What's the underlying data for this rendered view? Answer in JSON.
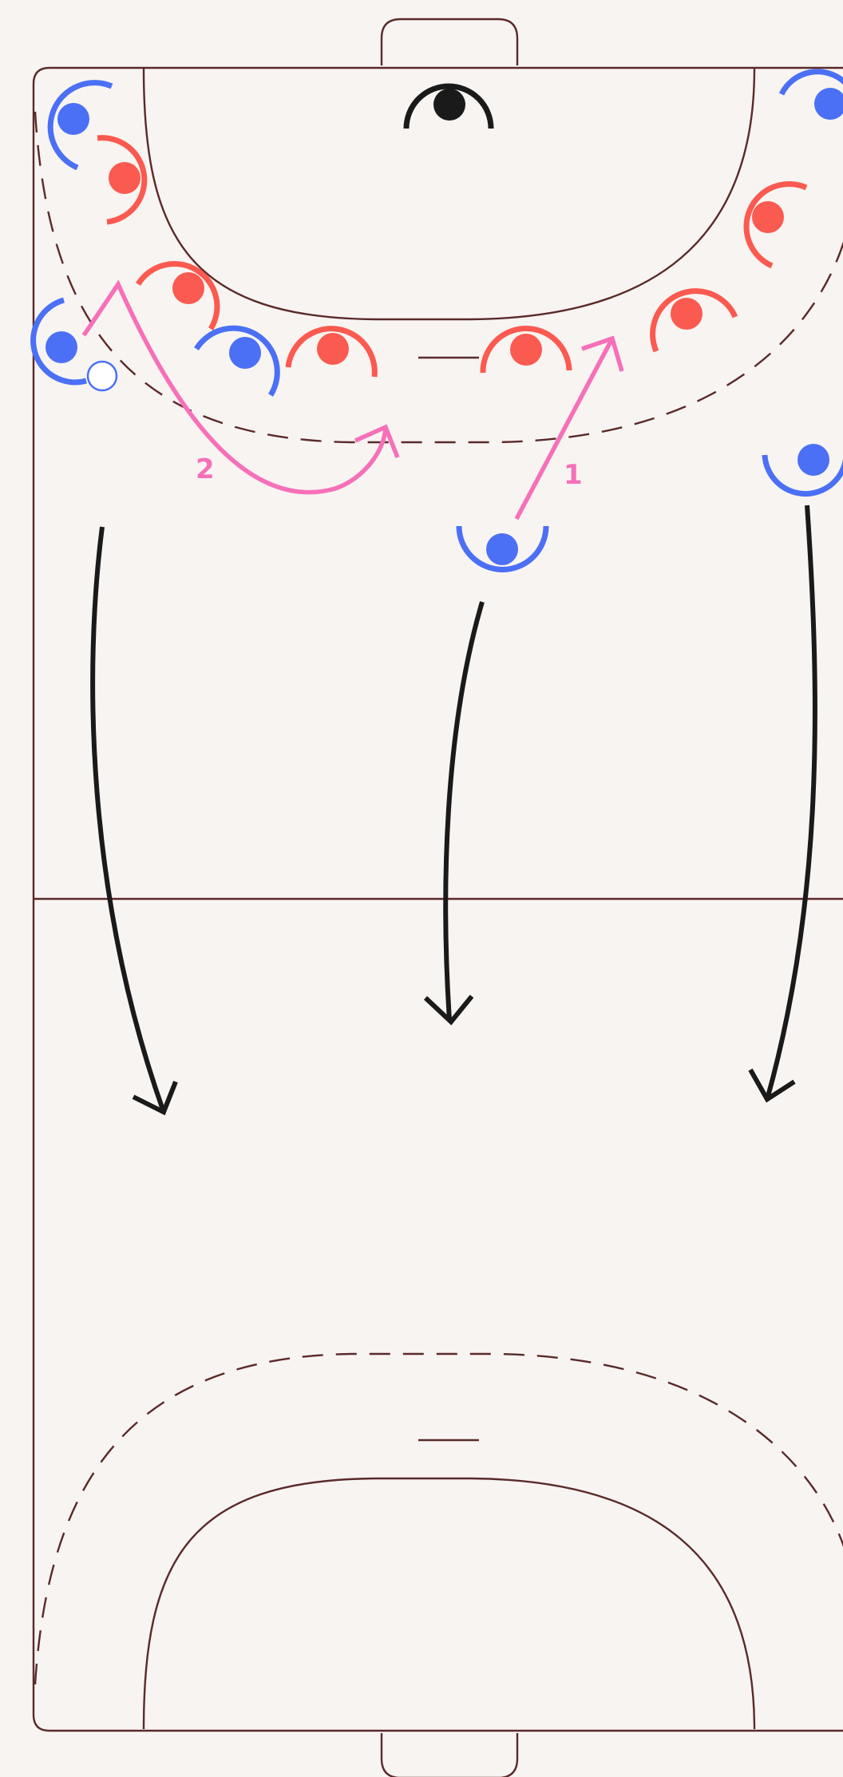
{
  "colors": {
    "background": "#f8f4f1",
    "court_line": "#5a2a2a",
    "team_blue": "#4b70f5",
    "team_red": "#fa5a50",
    "goalkeeper": "#1a1a1a",
    "pass_arrow": "#f670b8",
    "run_arrow": "#1a1a1a",
    "ball_fill": "#ffffff"
  },
  "players": [
    {
      "id": "blue-left-wing",
      "team": "blue",
      "role": "attacker"
    },
    {
      "id": "blue-left-back",
      "team": "blue",
      "role": "attacker"
    },
    {
      "id": "blue-center-pivot",
      "team": "blue",
      "role": "attacker"
    },
    {
      "id": "blue-center-back",
      "team": "blue",
      "role": "attacker"
    },
    {
      "id": "blue-right-back",
      "team": "blue",
      "role": "attacker"
    },
    {
      "id": "blue-right-wing",
      "team": "blue",
      "role": "attacker"
    },
    {
      "id": "red-1",
      "team": "red",
      "role": "defender"
    },
    {
      "id": "red-2",
      "team": "red",
      "role": "defender"
    },
    {
      "id": "red-3",
      "team": "red",
      "role": "defender"
    },
    {
      "id": "red-4",
      "team": "red",
      "role": "defender"
    },
    {
      "id": "red-5",
      "team": "red",
      "role": "defender"
    },
    {
      "id": "red-6",
      "team": "red",
      "role": "defender"
    },
    {
      "id": "goalkeeper",
      "team": "black",
      "role": "goalkeeper"
    }
  ],
  "passes": [
    {
      "label": "1"
    },
    {
      "label": "2"
    }
  ],
  "ball": {
    "holder": "blue-left-back"
  }
}
